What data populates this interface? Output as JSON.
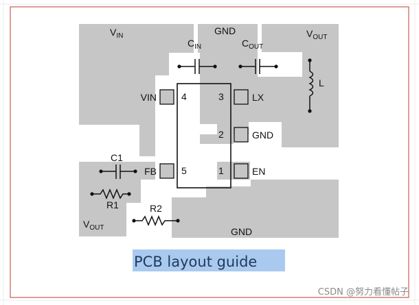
{
  "colors": {
    "pad": "#c6c6c6",
    "frame": "#c0392b",
    "ink": "#111111",
    "caption_highlight": "#a9c9ef",
    "caption_text": "#1f3a5a",
    "watermark": "#8a8a8a"
  },
  "regions": {
    "vin": {
      "main": "V",
      "sub": "IN"
    },
    "gnd_top": "GND",
    "vout_top": {
      "main": "V",
      "sub": "OUT"
    },
    "vout_bottom": {
      "main": "V",
      "sub": "OUT"
    },
    "gnd_bottom": "GND"
  },
  "components": {
    "cin": {
      "main": "C",
      "sub": "IN"
    },
    "cout": {
      "main": "C",
      "sub": "OUT"
    },
    "inductor": "L",
    "c1": "C1",
    "r1": "R1",
    "r2": "R2"
  },
  "pins": [
    {
      "number": "4",
      "name": "VIN"
    },
    {
      "number": "3",
      "name": "LX"
    },
    {
      "number": "2",
      "name": "GND"
    },
    {
      "number": "5",
      "name": "FB"
    },
    {
      "number": "1",
      "name": "EN"
    }
  ],
  "caption": {
    "highlighted": "PCB layout guid",
    "rest": "e"
  },
  "watermark": "CSDN @努力看懂帖子"
}
